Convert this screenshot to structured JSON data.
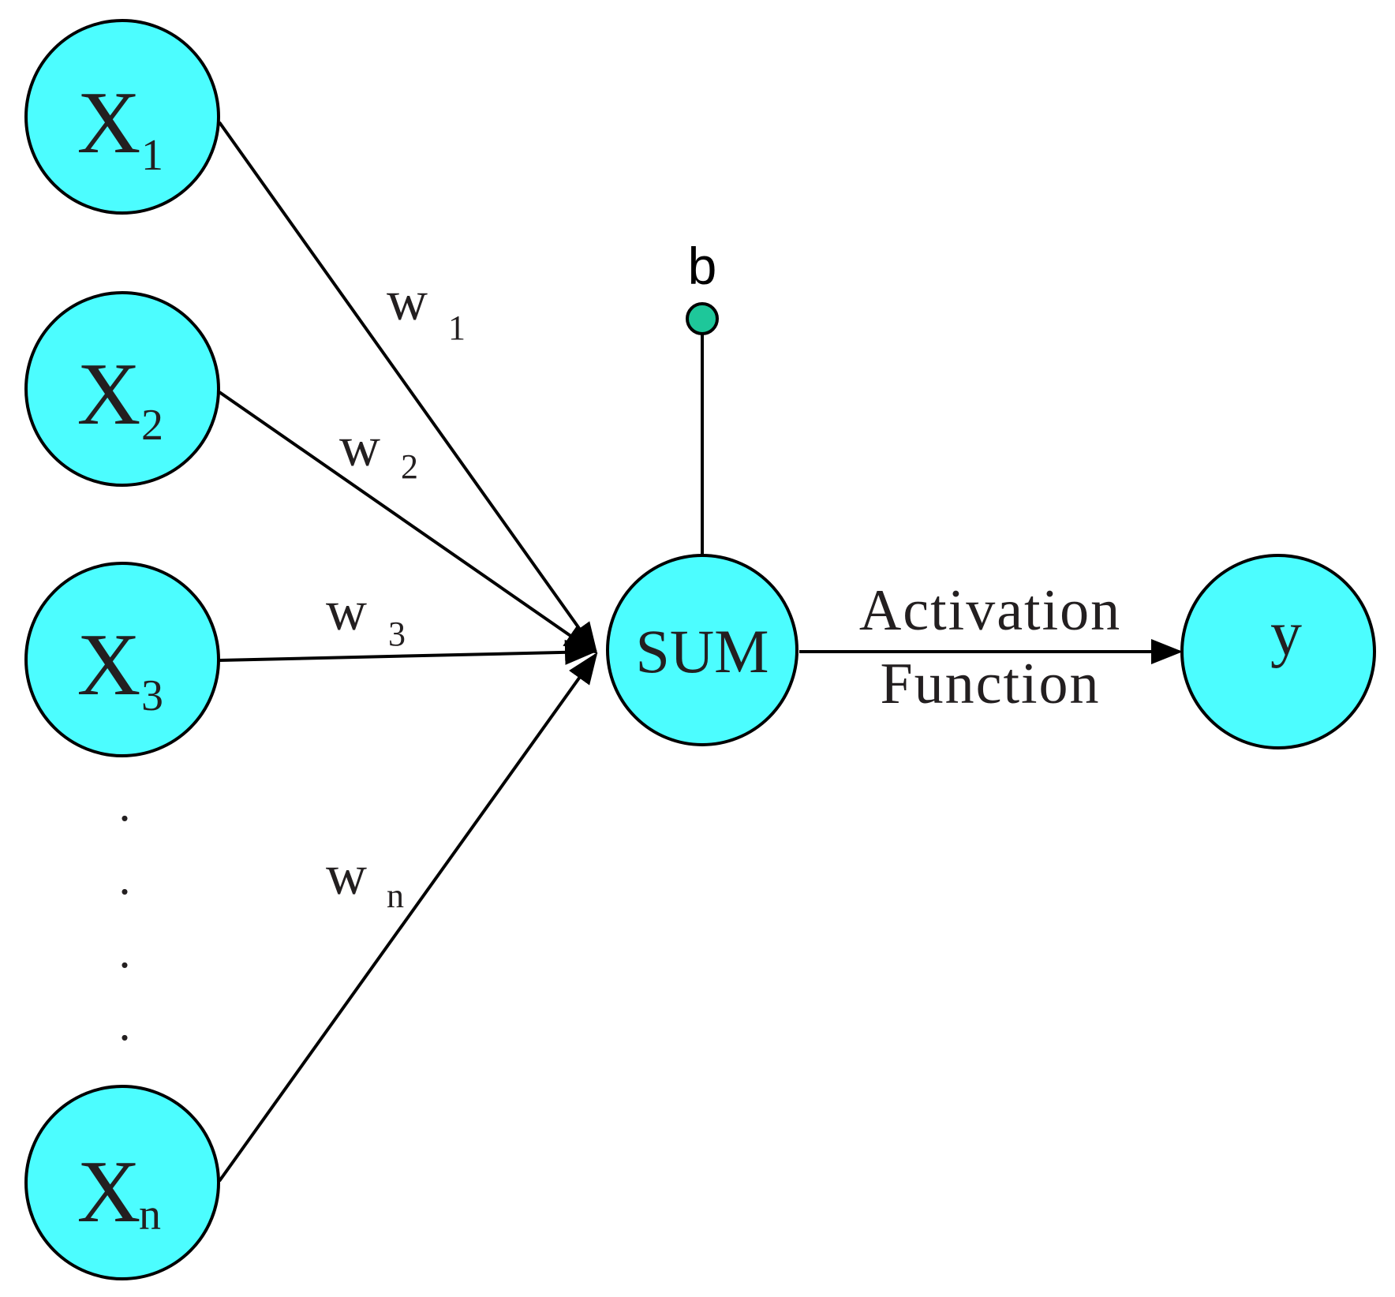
{
  "inputs": [
    {
      "id": "x1",
      "main": "X",
      "sub": "1"
    },
    {
      "id": "x2",
      "main": "X",
      "sub": "2"
    },
    {
      "id": "x3",
      "main": "X",
      "sub": "3"
    },
    {
      "id": "xn",
      "main": "X",
      "sub": "n"
    }
  ],
  "weights": [
    {
      "id": "w1",
      "main": "w",
      "sub": "1"
    },
    {
      "id": "w2",
      "main": "w",
      "sub": "2"
    },
    {
      "id": "w3",
      "main": "w",
      "sub": "3"
    },
    {
      "id": "wn",
      "main": "w",
      "sub": "n"
    }
  ],
  "ellipsis": [
    ".",
    ".",
    ".",
    "."
  ],
  "sum_node": {
    "label": "SUM"
  },
  "bias": {
    "label": "b"
  },
  "activation": {
    "line1": "Activation",
    "line2": "Function"
  },
  "output_node": {
    "label": "y"
  },
  "colors": {
    "node_fill": "#4cfdff",
    "bias_fill": "#1ec79a",
    "stroke": "#000000",
    "text": "#231f20"
  }
}
